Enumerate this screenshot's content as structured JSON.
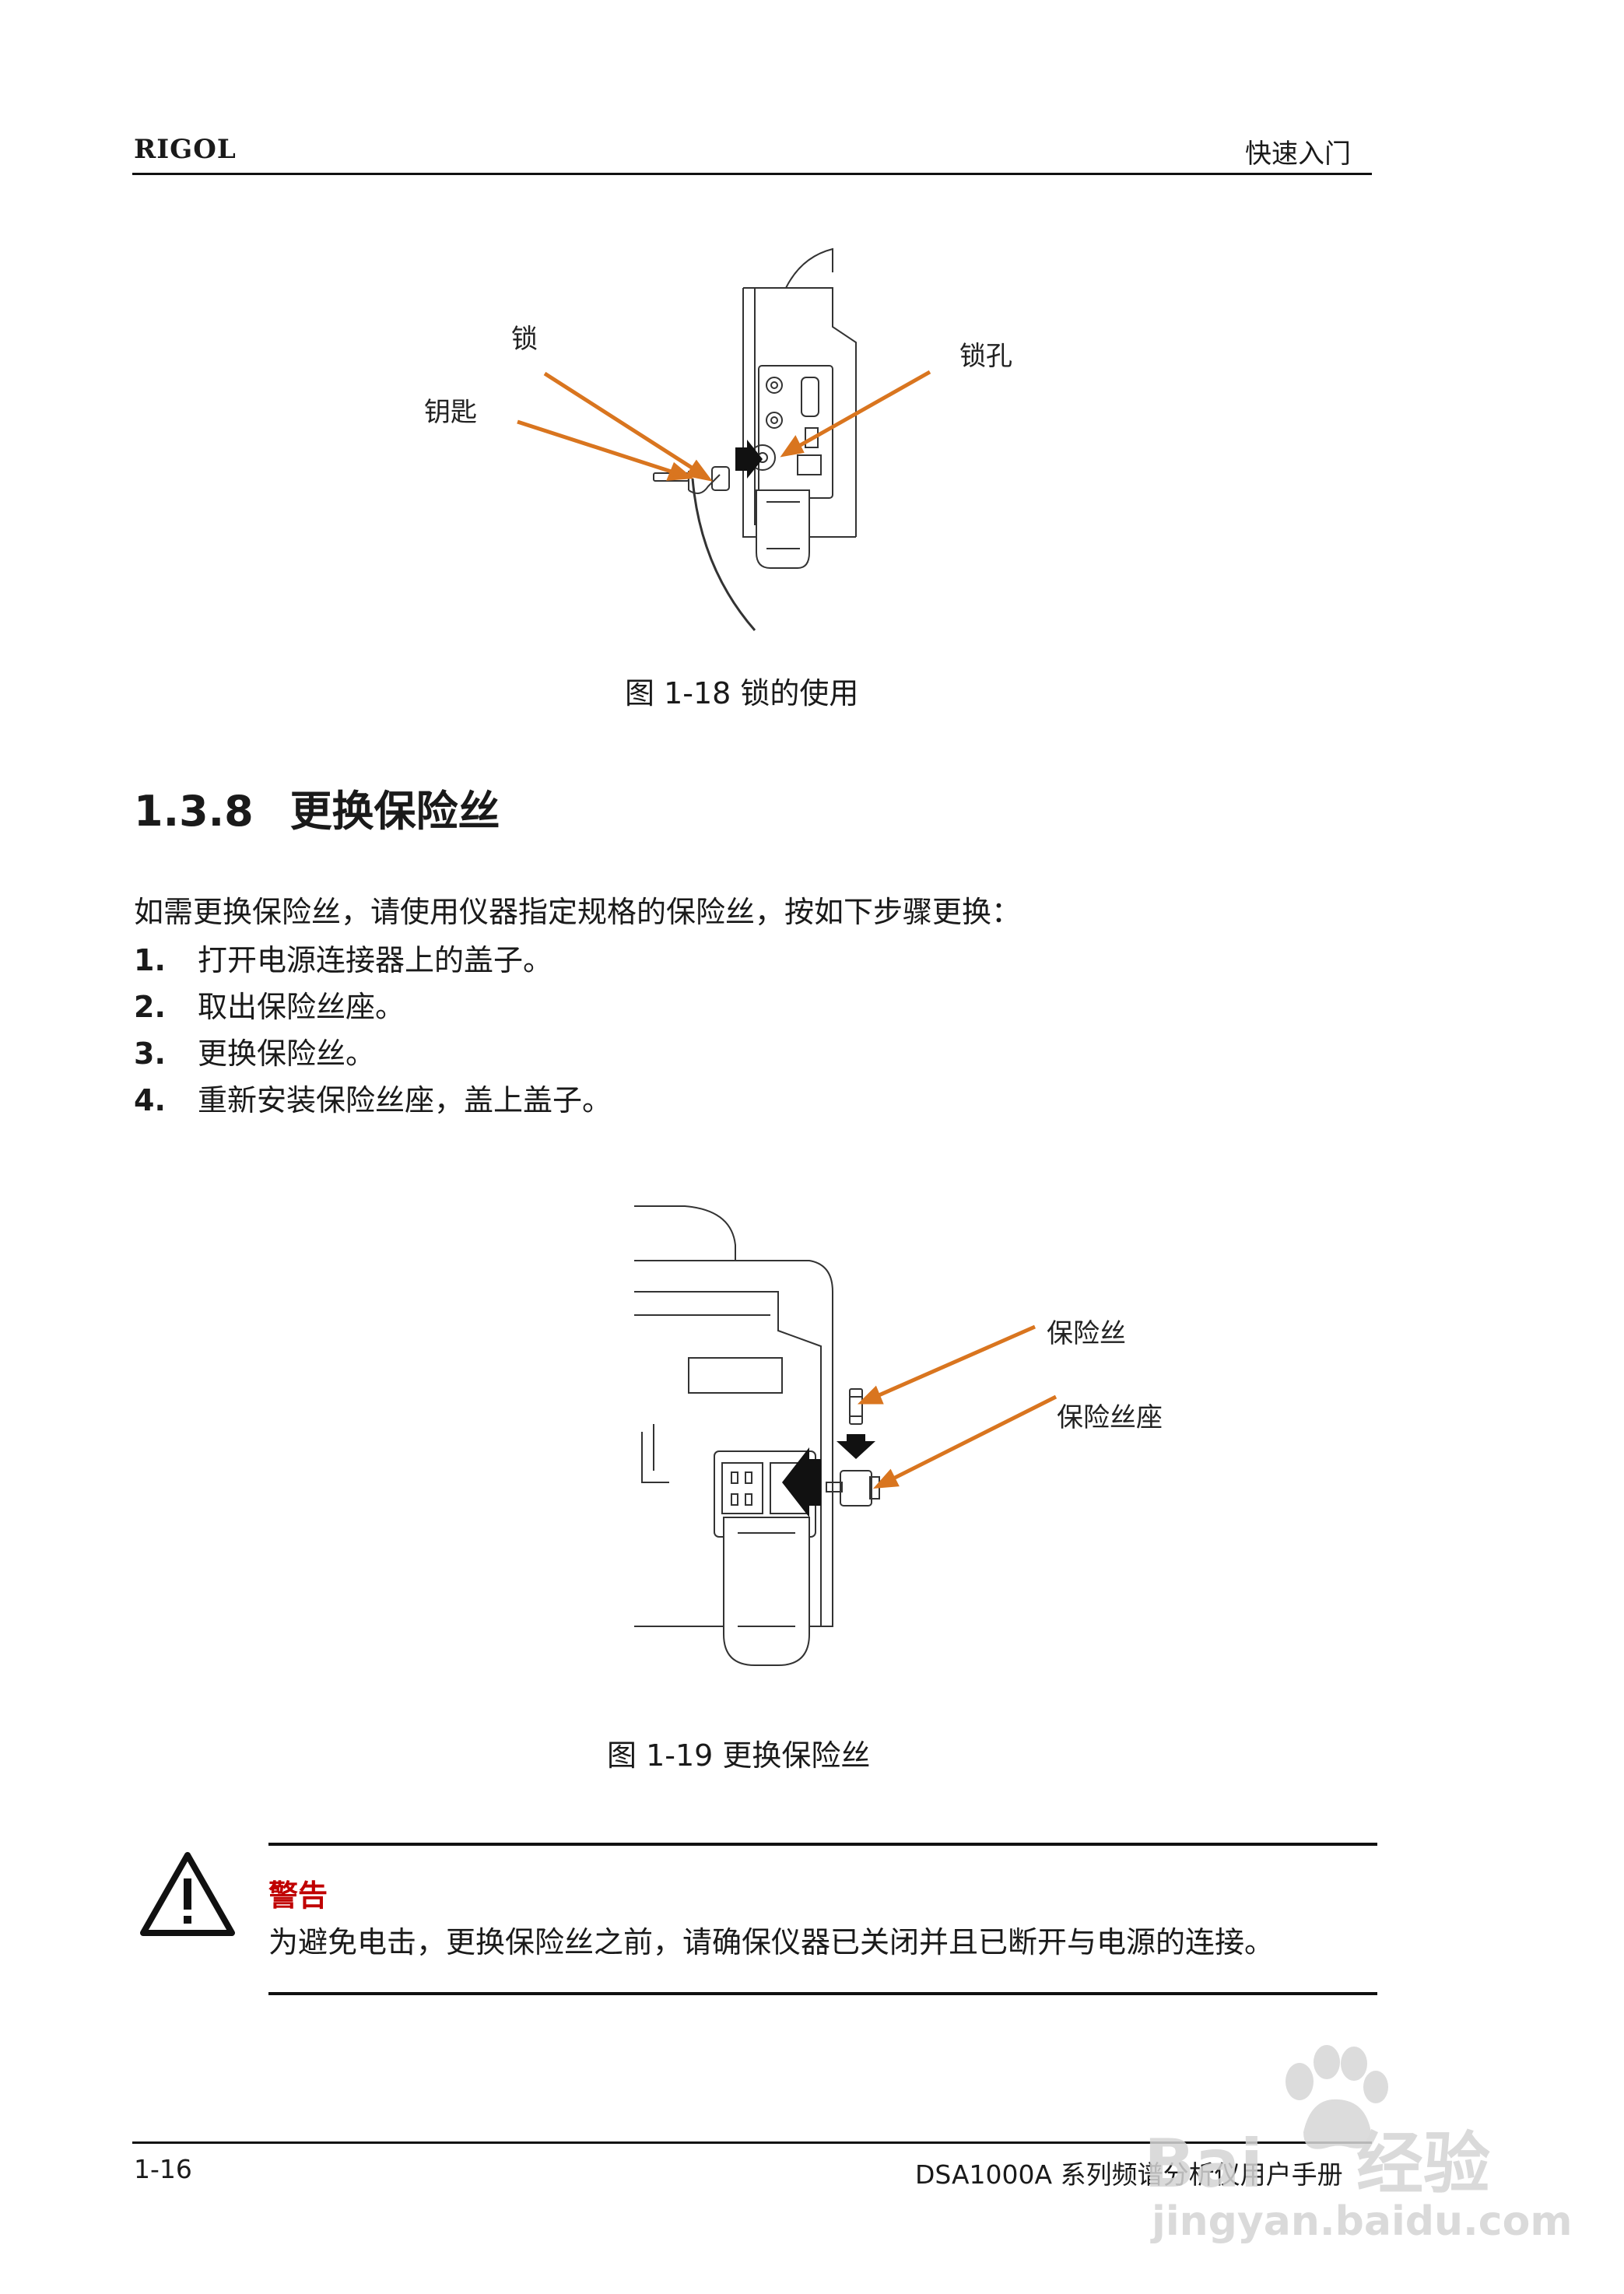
{
  "header": {
    "brand": "RIGOL",
    "section": "快速入门"
  },
  "figure1": {
    "labels": {
      "lock": "锁",
      "key": "钥匙",
      "keyhole": "锁孔"
    },
    "caption": "图 1-18 锁的使用"
  },
  "section": {
    "number": "1.3.8",
    "title": "更换保险丝"
  },
  "intro": "如需更换保险丝，请使用仪器指定规格的保险丝，按如下步骤更换：",
  "steps": [
    {
      "num": "1.",
      "text": "打开电源连接器上的盖子。"
    },
    {
      "num": "2.",
      "text": "取出保险丝座。"
    },
    {
      "num": "3.",
      "text": "更换保险丝。"
    },
    {
      "num": "4.",
      "text": "重新安装保险丝座，盖上盖子。"
    }
  ],
  "figure2": {
    "labels": {
      "fuse": "保险丝",
      "fuse_holder": "保险丝座"
    },
    "caption": "图 1-19 更换保险丝"
  },
  "warning": {
    "title": "警告",
    "text": "为避免电击，更换保险丝之前，请确保仪器已关闭并且已断开与电源的连接。"
  },
  "footer": {
    "page": "1-16",
    "manual": "DSA1000A 系列频谱分析仪用户手册"
  },
  "watermark": {
    "text1": "Bai",
    "text2": "经验",
    "url": "jingyan.baidu.com"
  },
  "colors": {
    "arrow": "#d9751f",
    "warning": "#c00000"
  }
}
